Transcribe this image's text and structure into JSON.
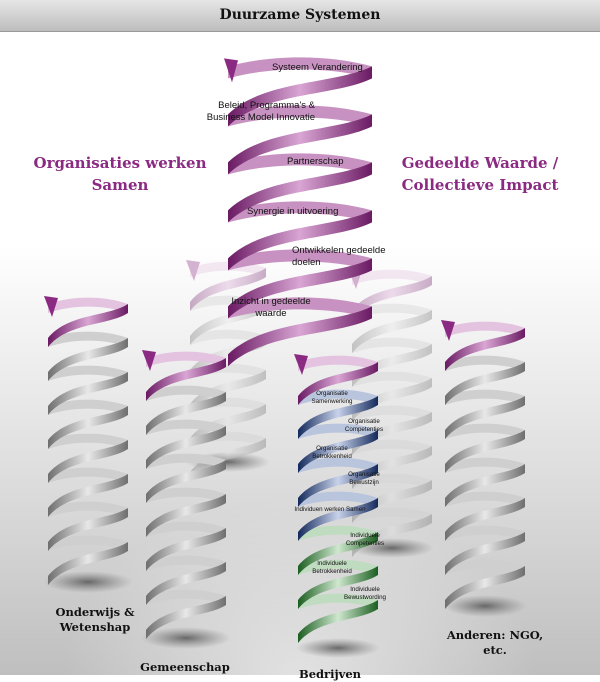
{
  "title": "Duurzame Systemen",
  "side_labels": {
    "left": "Organisaties werken Samen",
    "right": "Gedeelde Waarde / Collectieve Impact"
  },
  "main_spiral_labels": [
    "Systeem Verandering",
    "Beleid, Programma's & Business Model Innovatie",
    "Partnerschap",
    "Synergie in uitvoering",
    "Ontwikkelen gedeelde doelen",
    "Inzicht in gedeelde waarde"
  ],
  "inner_spiral_labels": [
    "Organisatie Samenwerking",
    "Organisatie Competenties",
    "Organisatie Betrokkenheid",
    "Organisatie Bewustzijn",
    "Individuen werken Samen",
    "Individuele Competenties",
    "Individuele Betrokkenheid",
    "Individuele Bewustwording"
  ],
  "groups": [
    "Onderwijs & Wetenshap",
    "Gemeenschap",
    "Bedrijven",
    "Anderen: NGO, etc."
  ],
  "colors": {
    "magenta": "#8b2a82",
    "grey": "#9a9a9a",
    "blue": "#1f3a78",
    "green": "#2e7d32"
  }
}
